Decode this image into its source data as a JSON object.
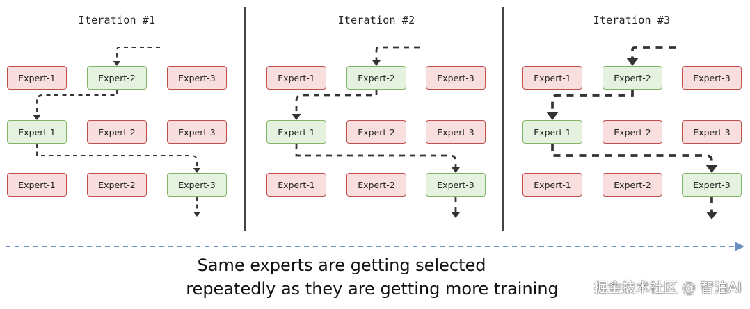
{
  "colors": {
    "selected_fill": "#e4f2df",
    "selected_border": "#82b366",
    "unselected_fill": "#f8dede",
    "unselected_border": "#c0504d",
    "timeline_arrow": "#6c8ebf",
    "path_line": "#333333"
  },
  "iterations": [
    {
      "title": "Iteration #1",
      "rows": [
        [
          {
            "label": "Expert-1",
            "selected": false
          },
          {
            "label": "Expert-2",
            "selected": true
          },
          {
            "label": "Expert-3",
            "selected": false
          }
        ],
        [
          {
            "label": "Expert-1",
            "selected": true
          },
          {
            "label": "Expert-2",
            "selected": false
          },
          {
            "label": "Expert-3",
            "selected": false
          }
        ],
        [
          {
            "label": "Expert-1",
            "selected": false
          },
          {
            "label": "Expert-2",
            "selected": false
          },
          {
            "label": "Expert-3",
            "selected": true
          }
        ]
      ],
      "path_weight": 1
    },
    {
      "title": "Iteration #2",
      "rows": [
        [
          {
            "label": "Expert-1",
            "selected": false
          },
          {
            "label": "Expert-2",
            "selected": true
          },
          {
            "label": "Expert-3",
            "selected": false
          }
        ],
        [
          {
            "label": "Expert-1",
            "selected": true
          },
          {
            "label": "Expert-2",
            "selected": false
          },
          {
            "label": "Expert-3",
            "selected": false
          }
        ],
        [
          {
            "label": "Expert-1",
            "selected": false
          },
          {
            "label": "Expert-2",
            "selected": false
          },
          {
            "label": "Expert-3",
            "selected": true
          }
        ]
      ],
      "path_weight": 2
    },
    {
      "title": "Iteration #3",
      "rows": [
        [
          {
            "label": "Expert-1",
            "selected": false
          },
          {
            "label": "Expert-2",
            "selected": true
          },
          {
            "label": "Expert-3",
            "selected": false
          }
        ],
        [
          {
            "label": "Expert-1",
            "selected": true
          },
          {
            "label": "Expert-2",
            "selected": false
          },
          {
            "label": "Expert-3",
            "selected": false
          }
        ],
        [
          {
            "label": "Expert-1",
            "selected": false
          },
          {
            "label": "Expert-2",
            "selected": false
          },
          {
            "label": "Expert-3",
            "selected": true
          }
        ]
      ],
      "path_weight": 3
    }
  ],
  "caption": {
    "line1": "Same experts are getting selected",
    "line2": "repeatedly as they are getting more training"
  },
  "watermark": "掘金技术社区 @ 智泊AI"
}
